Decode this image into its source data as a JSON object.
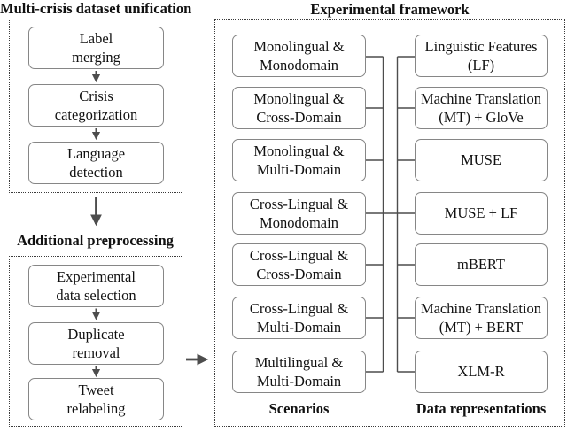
{
  "colors": {
    "connector": "#4d4d4d",
    "node_border": "#868686",
    "dotted_border": "#3b3b3b",
    "text": "#111111",
    "background": "#ffffff"
  },
  "unification": {
    "title": "Multi-crisis dataset unification",
    "steps": [
      {
        "label": "Label\nmerging"
      },
      {
        "label": "Crisis\ncategorization"
      },
      {
        "label": "Language\ndetection"
      }
    ]
  },
  "preprocessing": {
    "title": "Additional preprocessing",
    "steps": [
      {
        "label": "Experimental\ndata selection"
      },
      {
        "label": "Duplicate\nremoval"
      },
      {
        "label": "Tweet\nrelabeling"
      }
    ]
  },
  "framework": {
    "title": "Experimental framework",
    "scenarios_label": "Scenarios",
    "representations_label": "Data representations",
    "scenarios": [
      {
        "label": "Monolingual &\nMonodomain"
      },
      {
        "label": "Monolingual &\nCross-Domain"
      },
      {
        "label": "Monolingual &\nMulti-Domain"
      },
      {
        "label": "Cross-Lingual &\nMonodomain"
      },
      {
        "label": "Cross-Lingual &\nCross-Domain"
      },
      {
        "label": "Cross-Lingual &\nMulti-Domain"
      },
      {
        "label": "Multilingual &\nMulti-Domain"
      }
    ],
    "representations": [
      {
        "label": "Linguistic Features\n(LF)"
      },
      {
        "label": "Machine Translation\n(MT) + GloVe"
      },
      {
        "label": "MUSE"
      },
      {
        "label": "MUSE + LF"
      },
      {
        "label": "mBERT"
      },
      {
        "label": "Machine Translation\n(MT) + BERT"
      },
      {
        "label": "XLM-R"
      }
    ]
  }
}
